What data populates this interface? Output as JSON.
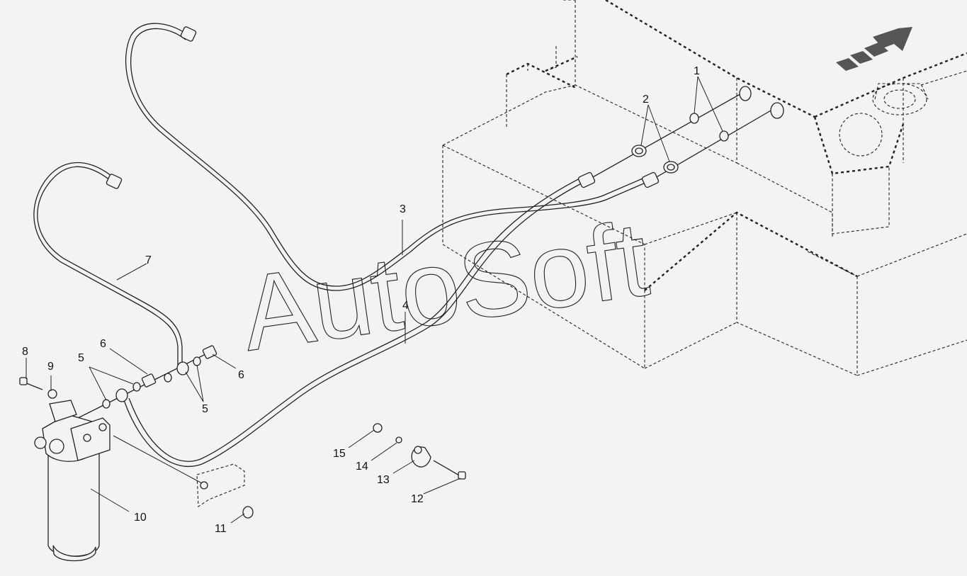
{
  "watermark": "AutoSoft",
  "arrow": {
    "fill": "#555555"
  },
  "callouts": [
    {
      "id": "1",
      "text": "1"
    },
    {
      "id": "2",
      "text": "2"
    },
    {
      "id": "3",
      "text": "3"
    },
    {
      "id": "4",
      "text": "4"
    },
    {
      "id": "5a",
      "text": "5"
    },
    {
      "id": "5b",
      "text": "5"
    },
    {
      "id": "6a",
      "text": "6"
    },
    {
      "id": "6b",
      "text": "6"
    },
    {
      "id": "7",
      "text": "7"
    },
    {
      "id": "8",
      "text": "8"
    },
    {
      "id": "9",
      "text": "9"
    },
    {
      "id": "10",
      "text": "10"
    },
    {
      "id": "11",
      "text": "11"
    },
    {
      "id": "12",
      "text": "12"
    },
    {
      "id": "13",
      "text": "13"
    },
    {
      "id": "14",
      "text": "14"
    },
    {
      "id": "15",
      "text": "15"
    }
  ]
}
